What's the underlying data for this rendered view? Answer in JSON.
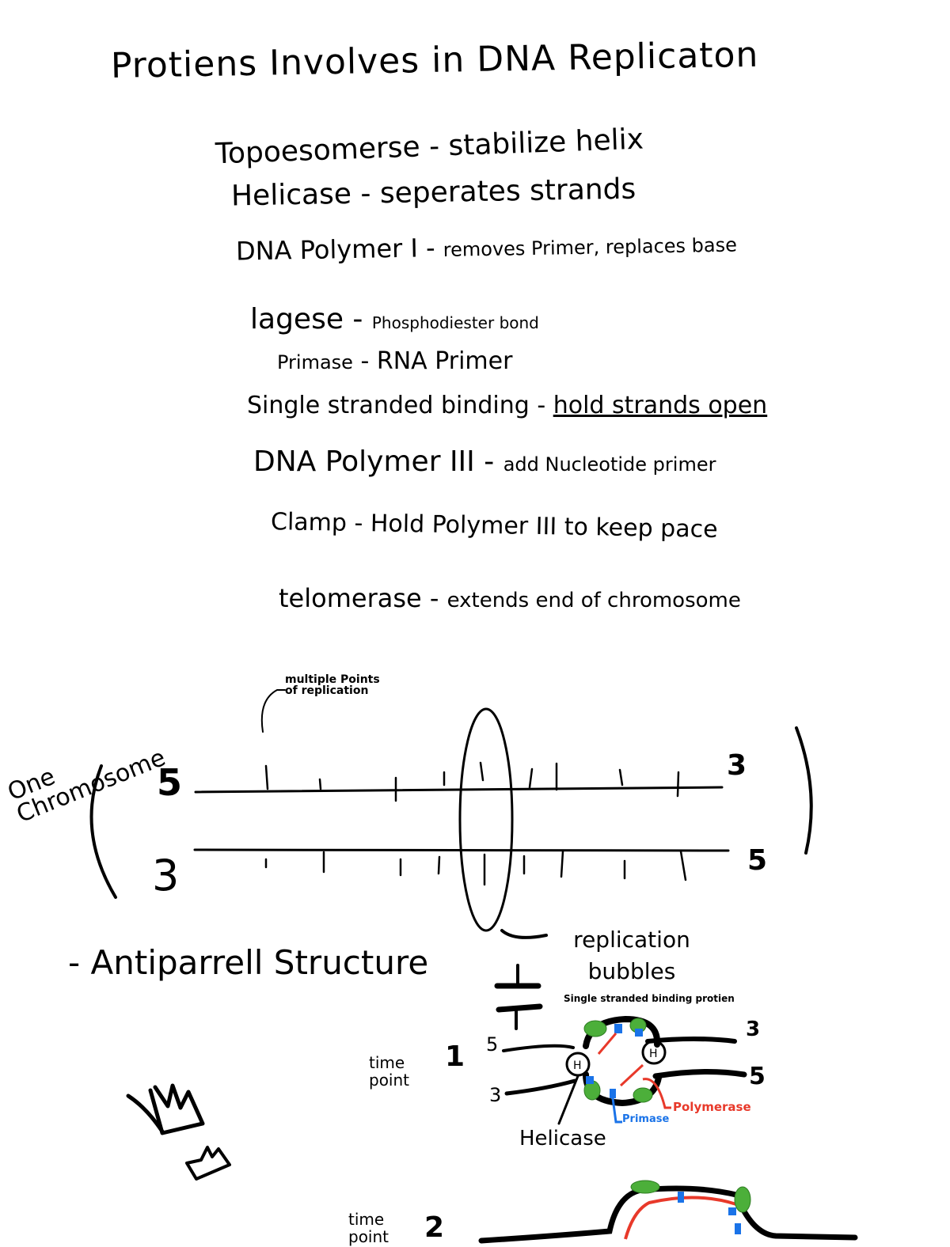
{
  "title": "Protiens Involves in DNA Replicaton",
  "notes": [
    {
      "term": "Topoesomerse",
      "definition": "stabilize helix"
    },
    {
      "term": "Helicase",
      "definition": "seperates strands"
    },
    {
      "term": "DNA Polymer I",
      "definition": "removes Primer, replaces base"
    },
    {
      "term": "lagese",
      "definition": "Phosphodiester bond"
    },
    {
      "term": "Primase",
      "definition": "RNA Primer"
    },
    {
      "term": "Single stranded binding",
      "definition": "hold strands open"
    },
    {
      "term": "DNA Polymer III",
      "definition": "add Nucleotide primer"
    },
    {
      "term": "Clamp",
      "definition": "Hold Polymer III to keep pace"
    },
    {
      "term": "telomerase",
      "definition": "extends end of chromosome"
    }
  ],
  "diagram1": {
    "left_label": "One Chromosome",
    "annotation": "multiple Points of replication",
    "top_strand": {
      "start": "5",
      "end": "3"
    },
    "bottom_strand": {
      "start": "3",
      "end": "5"
    },
    "bubble_label": "replication bubbles",
    "structure_note": "- Antiparrell Structure"
  },
  "diagram2": {
    "ssb_label": "Single stranded binding protien",
    "time_point_label": "time point",
    "time_point_number": "1",
    "top_strand": {
      "start": "5",
      "end": "3"
    },
    "bottom_strand": {
      "start": "3",
      "end": "5"
    },
    "helicase_label": "Helicase",
    "primase_label": "Primase",
    "polymerase_label": "Polymerase",
    "helicase_marker": "H",
    "colors": {
      "ssb": "#4caf3a",
      "primase": "#1a73e8",
      "polymerase": "#e8392a",
      "ink": "#000000"
    }
  },
  "diagram3": {
    "time_point_label": "time point",
    "time_point_number": "2"
  }
}
